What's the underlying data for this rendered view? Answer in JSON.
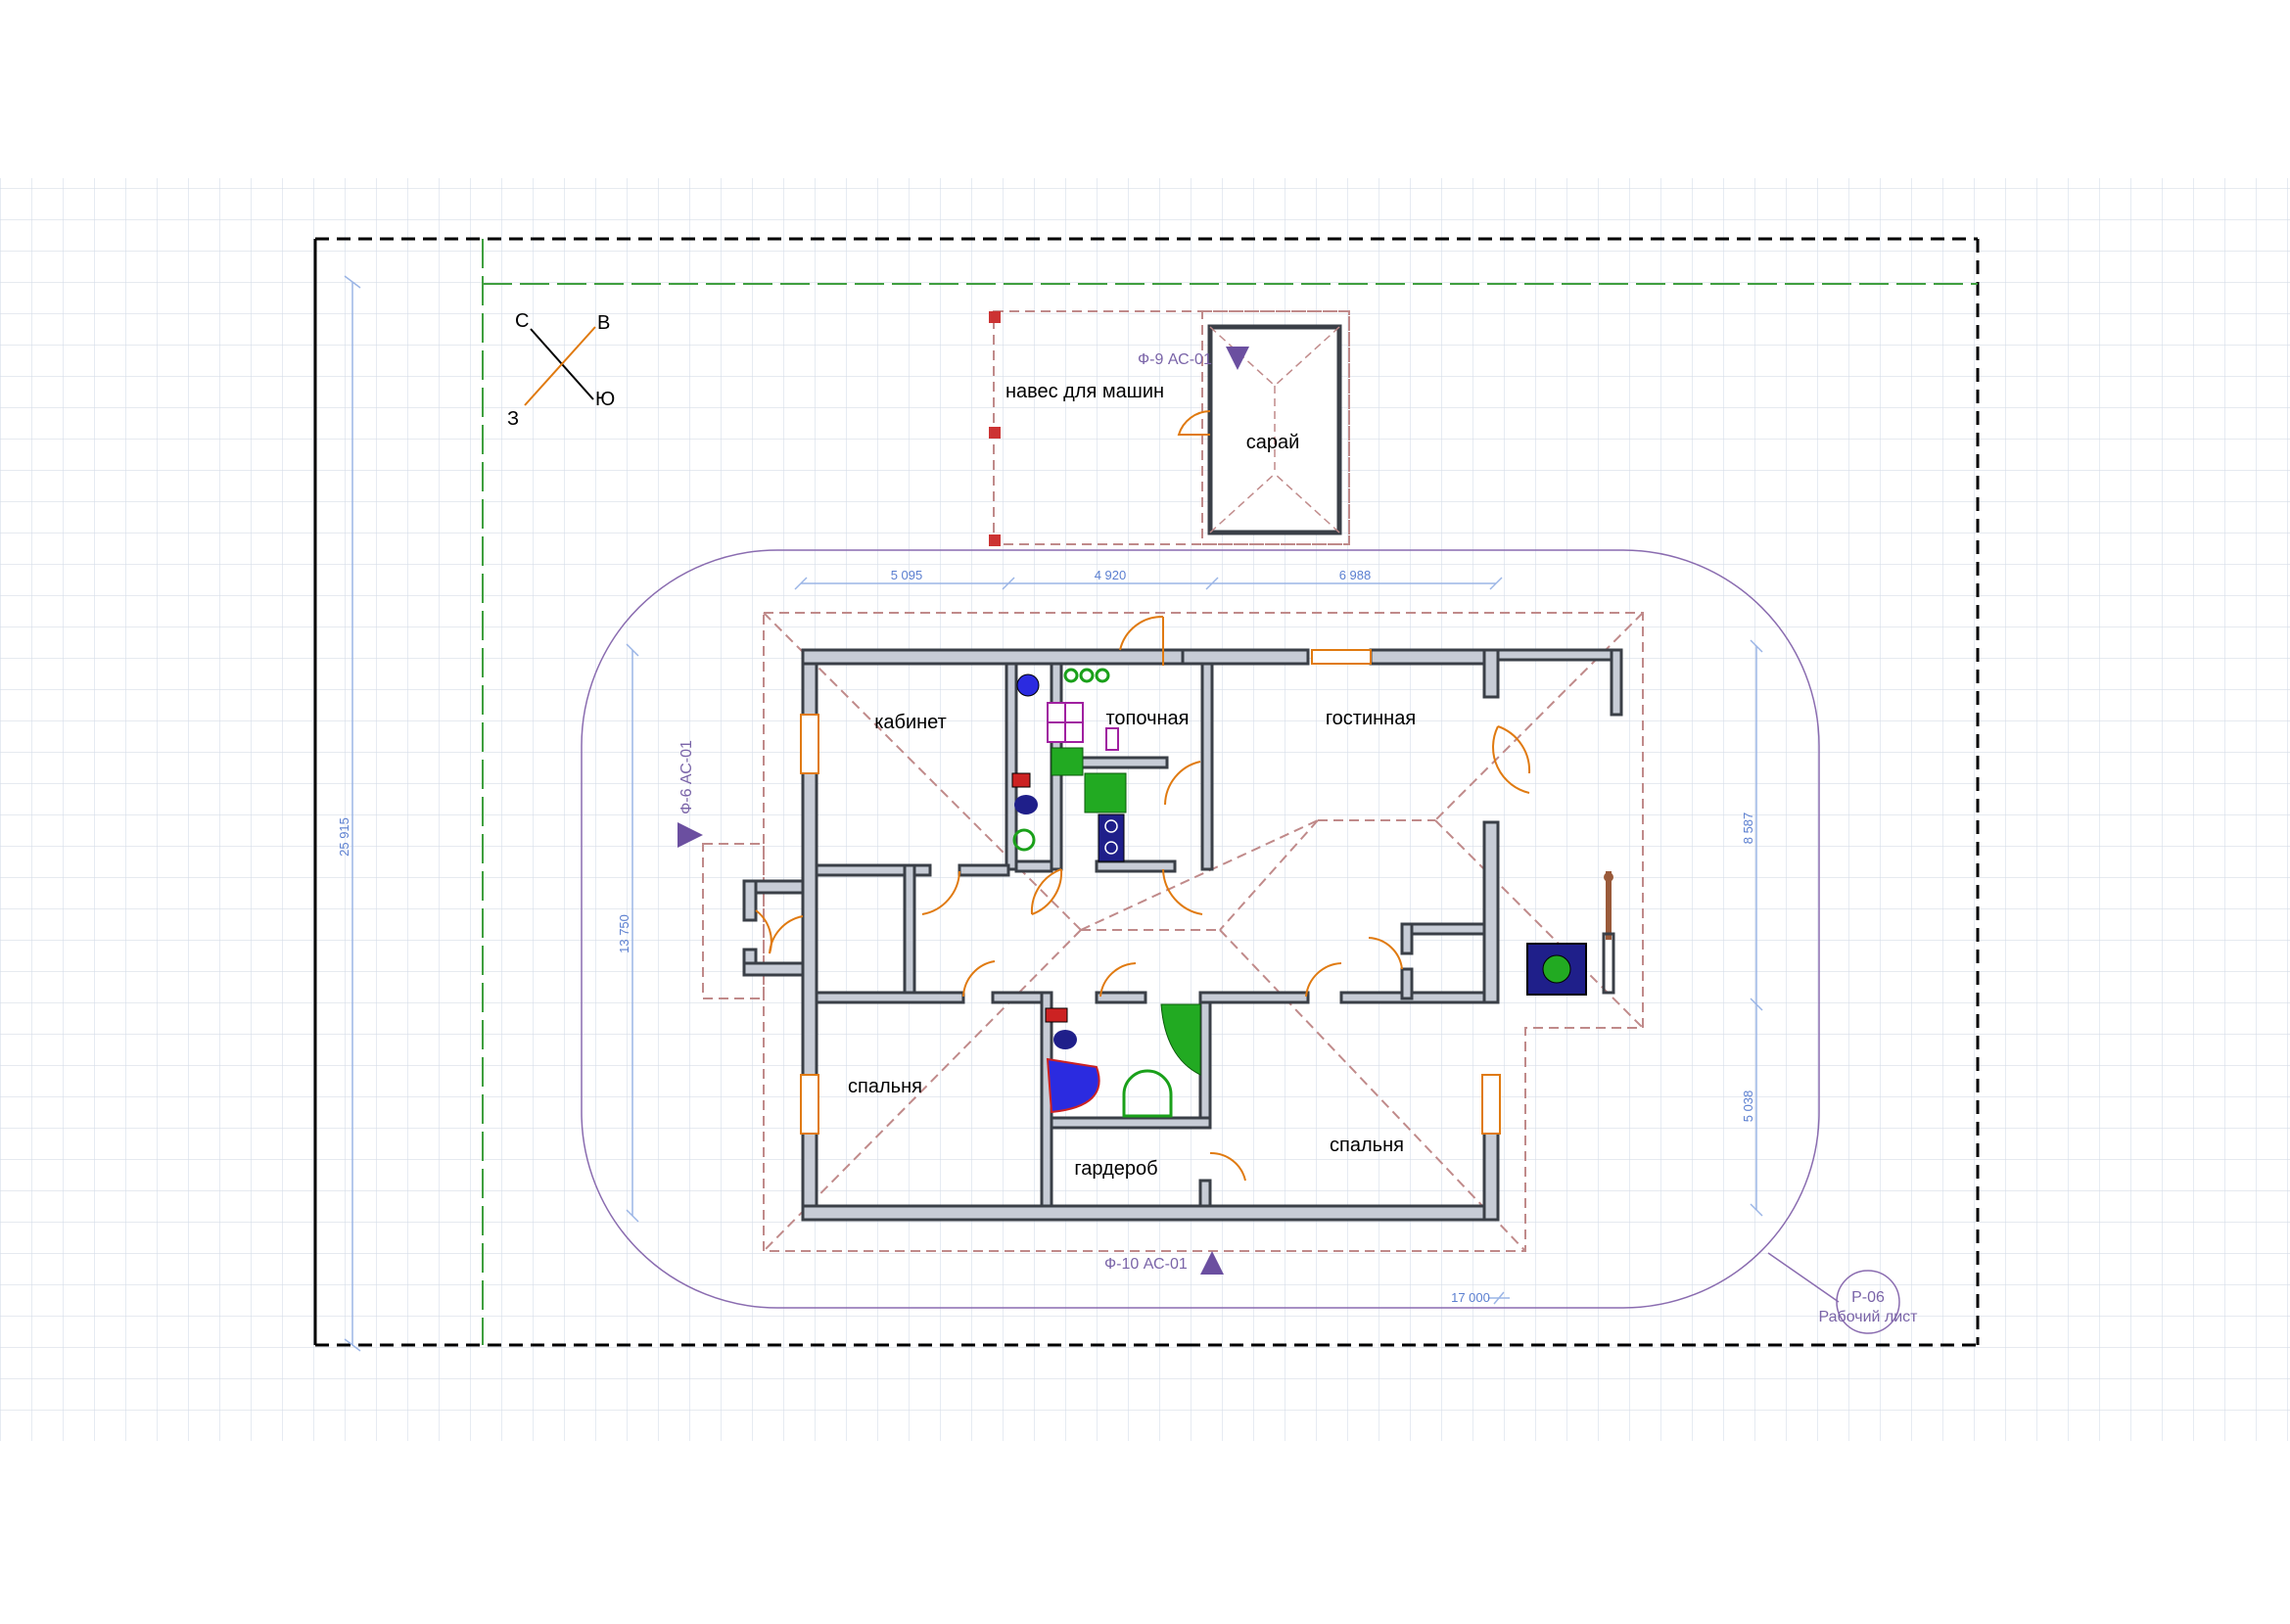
{
  "rooms": {
    "cabinet": "кабинет",
    "boiler": "топочная",
    "living": "гостинная",
    "bedroom_left": "спальня",
    "bedroom_right": "спальня",
    "wardrobe": "гардероб",
    "carport": "навес для машин",
    "shed": "сарай"
  },
  "compass": {
    "north": "С",
    "east": "В",
    "west": "З",
    "south": "Ю"
  },
  "dimensions": {
    "top_1": "5 095",
    "top_2": "4 920",
    "top_3": "6 988",
    "right_1": "8 587",
    "right_2": "5 038",
    "left_house": "13 750",
    "left_site": "25 915",
    "bottom": "17 000"
  },
  "section_refs": {
    "north": "Ф-9 АС-01",
    "west": "Ф-6 АС-01",
    "south": "Ф-10 АС-01"
  },
  "sheet": {
    "id": "Р-06",
    "name": "Рабочий лист"
  },
  "colors": {
    "wall": "#3a3f47",
    "wall_fill": "#c7ccd6",
    "door": "#e07a10",
    "roof": "#c08a8a",
    "boundary": "#000000",
    "fence": "#3f9f3f",
    "dimension": "#5b7fd0",
    "reference": "#6b4fa0",
    "grid": "#d6dde8"
  }
}
